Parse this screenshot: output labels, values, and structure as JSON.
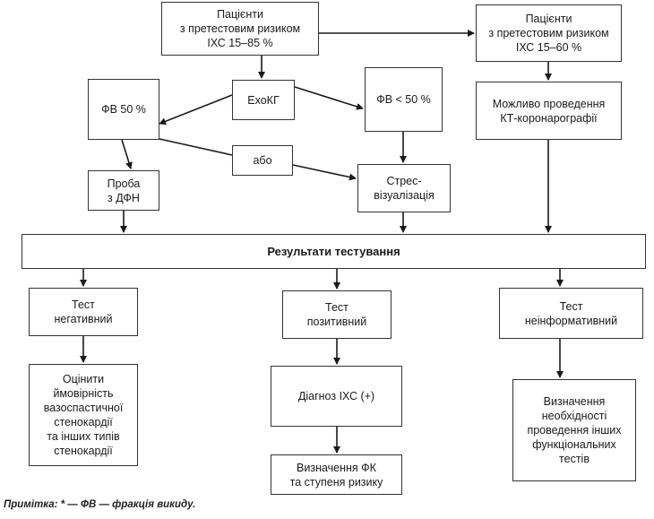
{
  "boxes": {
    "patients_1": "Пацієнти\nз претестовим ризиком\nІХС 15–85 %",
    "patients_2": "Пацієнти\nз претестовим ризиком\nІХС 15–60 %",
    "echo": "ЕхоКГ",
    "ef_50": "ФВ 50 %",
    "ef_lt_50": "ФВ < 50 %",
    "ct": "Можливо проведення\nКТ-коронарографії",
    "or": "або",
    "exercise_test": "Проба\nз ДФН",
    "stress_imaging": "Стрес-\nвізуалізація",
    "results": "Результати тестування",
    "negative": "Тест\nнегативний",
    "positive": "Тест\nпозитивний",
    "noninformative": "Тест\nнеінформативний",
    "assess": "Оцінити\nймовірність\nвазоспастичної\nстенокардії\nта інших типів\nстенокардії",
    "diagnosis": "Діагноз ІХС (+)",
    "fc_risk": "Визначення ФК\nта ступеня ризику",
    "other_tests": "Визначення\nнеобхідності\nпроведення інших\nфункціональних\nтестів"
  },
  "note": "Примітка: * — ФВ — фракція викиду."
}
